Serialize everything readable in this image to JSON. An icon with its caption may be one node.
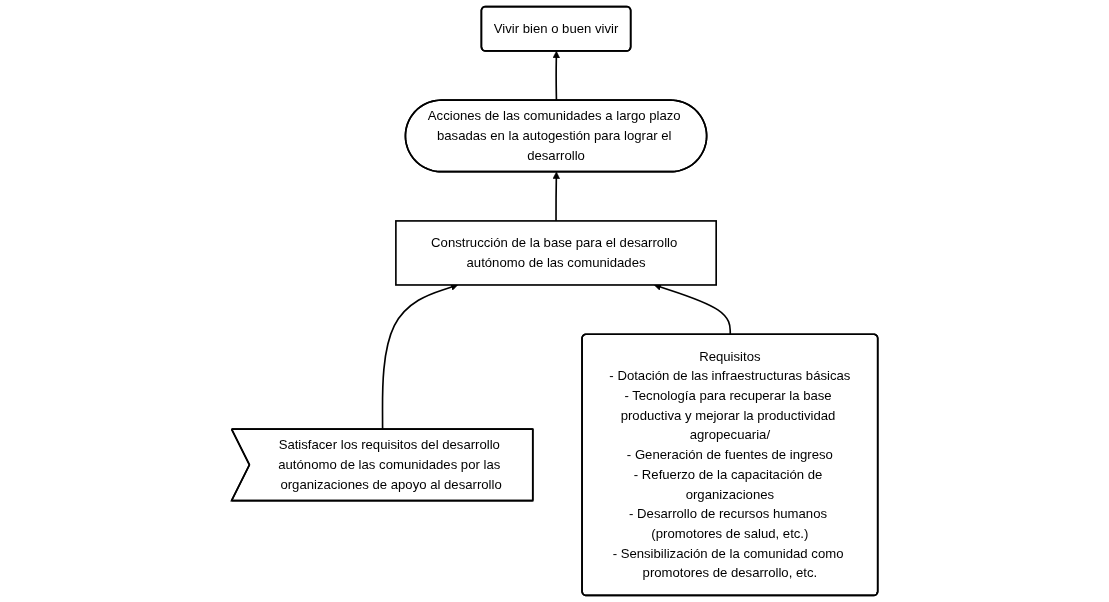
{
  "diagram": {
    "nodes": [
      {
        "text": [
          "Vivir bien o buen vivir"
        ]
      },
      {
        "text": [
          "Acciones de las comunidades a largo plazo basadas en la autogestión para lograr el desarrollo"
        ]
      },
      {
        "text": [
          "Construcción de la base para el desarrollo autónomo de las comunidades"
        ]
      },
      {
        "text": [
          "Satisfacer los requisitos del desarrollo autónomo de las comunidades por las organizaciones de apoyo al desarrollo"
        ]
      },
      {
        "text": [
          "Requisitos",
          "- Dotación de las infraestructuras básicas",
          "- Tecnología para recuperar la base productiva y mejorar la productividad agropecuaria/",
          "- Generación de fuentes de ingreso",
          "- Refuerzo de la capacitación de organizaciones",
          "- Desarrollo de recursos humanos (promotores de salud, etc.)",
          "- Sensibilización de la comunidad como promotores de desarrollo, etc."
        ]
      }
    ],
    "edges": [
      {
        "from": 2,
        "to": 1,
        "arrow": "to"
      },
      {
        "from": 1,
        "to": 0,
        "arrow": "to"
      },
      {
        "from": 3,
        "to": 2,
        "arrow": "to"
      },
      {
        "from": 4,
        "to": 2,
        "arrow": "to"
      }
    ]
  }
}
